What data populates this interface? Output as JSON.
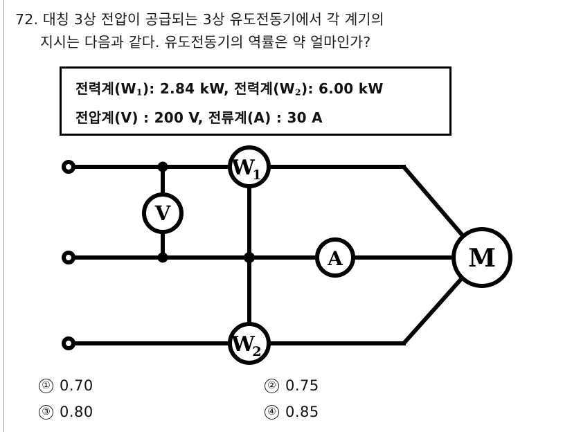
{
  "question": {
    "number": "72.",
    "line1": "72. 대칭 3상 전압이 공급되는 3상 유도전동기에서 각 계기의",
    "line2": "지시는 다음과 같다. 유도전동기의 역률은 약 얼마인가?"
  },
  "meter_box": {
    "row1": {
      "w1_label": "전력계(W",
      "w1_sub": "1",
      "w1_mid": "): 2.84 kW, 전력계(W",
      "w2_sub": "2",
      "w2_tail": "): 6.00 kW",
      "full_text": "전력계(W1): 2.84 kW, 전력계(W2): 6.00 kW"
    },
    "row2": {
      "text": "전압계(V) : 200 V, 전류계(A) : 30 A"
    },
    "values": {
      "w1_power": "2.84 kW",
      "w2_power": "6.00 kW",
      "voltage": "200 V",
      "current": "30 A"
    }
  },
  "circuit": {
    "labels": {
      "wattmeter1": "W",
      "wattmeter1_sub": "1",
      "wattmeter2": "W",
      "wattmeter2_sub": "2",
      "voltmeter": "V",
      "ammeter": "A",
      "motor": "M"
    },
    "terminals": [
      "terminal-phase-1",
      "terminal-phase-2",
      "terminal-phase-3"
    ]
  },
  "options": [
    {
      "num": "①",
      "text": "0.70"
    },
    {
      "num": "②",
      "text": "0.75"
    },
    {
      "num": "③",
      "text": "0.80"
    },
    {
      "num": "④",
      "text": "0.85"
    }
  ],
  "colors": {
    "ink": "#000000",
    "text": "#1a1a1a",
    "paper": "#ffffff",
    "rule": "#9a9a9a"
  }
}
